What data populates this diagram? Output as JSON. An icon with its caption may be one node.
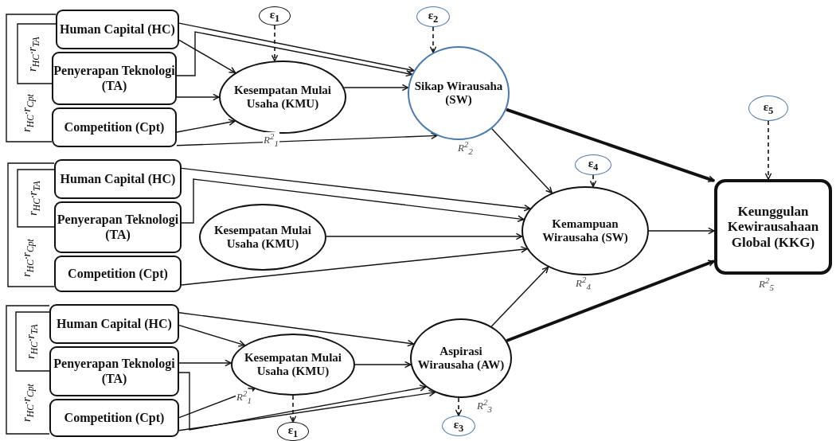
{
  "diagram": {
    "nodes": [
      {
        "text": [
          "Human Capital (HC)"
        ]
      },
      {
        "text": [
          "Penyerapan Teknologi (TA)"
        ]
      },
      {
        "text": [
          "Competition (Cpt)"
        ]
      },
      {
        "text": [
          "ε$_{1}$"
        ]
      },
      {
        "text": [
          "Kesempatan Mulai Usaha (KMU)"
        ],
        "beside": [
          "R$^{2}$$_{1}$"
        ]
      },
      {
        "text": [
          "ε$_{2}$"
        ]
      },
      {
        "text": [
          "Sikap Wirausaha (SW)"
        ],
        "beside": [
          "R$^{2}$$_{2}$"
        ]
      },
      {
        "text": [
          "ε$_{4}$"
        ]
      },
      {
        "text": [
          "ε$_{5}$"
        ]
      },
      {
        "text": [
          "Human Capital (HC)"
        ]
      },
      {
        "text": [
          "Penyerapan Teknologi (TA)"
        ]
      },
      {
        "text": [
          "Kesempatan Mulai Usaha (KMU)"
        ]
      },
      {
        "text": [
          "Kemampuan Wirausaha (SW)"
        ],
        "beside": [
          "R$^{2}$$_{4}$"
        ]
      },
      {
        "text": [
          "Keunggulan Kewirausahaan Global (KKG)"
        ],
        "beside": [
          "R$^{2}$$_{5}$"
        ]
      },
      {
        "text": [
          "Competition (Cpt)"
        ]
      },
      {
        "text": [
          "Human Capital (HC)"
        ]
      },
      {
        "text": [
          "Penyerapan Teknologi (TA)"
        ]
      },
      {
        "text": [
          "Kesempatan Mulai Usaha (KMU)"
        ],
        "beside": [
          "R$^{2}$$_{1}$"
        ]
      },
      {
        "text": [
          "Aspirasi Wirausaha (AW)"
        ],
        "beside": [
          "R$^{2}$$_{3}$"
        ]
      },
      {
        "text": [
          "Competition (Cpt)"
        ]
      },
      {
        "text": [
          "ε$_{1}$"
        ]
      },
      {
        "text": [
          "ε$_{3}$"
        ]
      }
    ],
    "edges": [
      {
        "from": 0,
        "to": 4,
        "arrow": "to"
      },
      {
        "from": 0,
        "to": 6,
        "arrow": "to"
      },
      {
        "from": 1,
        "to": 6,
        "arrow": "to"
      },
      {
        "from": 1,
        "to": 4,
        "arrow": "to"
      },
      {
        "from": 2,
        "to": 4,
        "arrow": "to"
      },
      {
        "from": 2,
        "to": 6,
        "arrow": "to"
      },
      {
        "from": 4,
        "to": 6,
        "arrow": "to"
      },
      {
        "from": 3,
        "to": 4,
        "arrow": "to",
        "style": "dashed"
      },
      {
        "from": 5,
        "to": 6,
        "arrow": "to",
        "style": "dashed"
      },
      {
        "from": 0,
        "to": 1,
        "arrow": "none",
        "label": "r$_{HC}$·r$_{TA}$"
      },
      {
        "from": 0,
        "to": 2,
        "arrow": "none",
        "label": "r$_{HC}$·r$_{Cpt}$"
      },
      {
        "from": 6,
        "to": 13,
        "arrow": "to",
        "style": "thick"
      },
      {
        "from": 6,
        "to": 12,
        "arrow": "to"
      },
      {
        "from": 7,
        "to": 12,
        "arrow": "to",
        "style": "dashed"
      },
      {
        "from": 8,
        "to": 13,
        "arrow": "to",
        "style": "dashed"
      },
      {
        "from": 9,
        "to": 12,
        "arrow": "to"
      },
      {
        "from": 10,
        "to": 12,
        "arrow": "to"
      },
      {
        "from": 11,
        "to": 12,
        "arrow": "to"
      },
      {
        "from": 14,
        "to": 12,
        "arrow": "to"
      },
      {
        "from": 12,
        "to": 13,
        "arrow": "to"
      },
      {
        "from": 9,
        "to": 10,
        "arrow": "none",
        "label": "r$_{HC}$·r$_{TA}$"
      },
      {
        "from": 9,
        "to": 14,
        "arrow": "none",
        "label": "r$_{HC}$·r$_{Cpt}$"
      },
      {
        "from": 15,
        "to": 17,
        "arrow": "to"
      },
      {
        "from": 15,
        "to": 18,
        "arrow": "to"
      },
      {
        "from": 16,
        "to": 17,
        "arrow": "to"
      },
      {
        "from": 16,
        "to": 18,
        "arrow": "to"
      },
      {
        "from": 19,
        "to": 17,
        "arrow": "to"
      },
      {
        "from": 19,
        "to": 18,
        "arrow": "to"
      },
      {
        "from": 17,
        "to": 18,
        "arrow": "to"
      },
      {
        "from": 17,
        "to": 20,
        "arrow": "to",
        "style": "dashed"
      },
      {
        "from": 18,
        "to": 21,
        "arrow": "to",
        "style": "dashed"
      },
      {
        "from": 18,
        "to": 12,
        "arrow": "to"
      },
      {
        "from": 18,
        "to": 13,
        "arrow": "to",
        "style": "thick"
      },
      {
        "from": 15,
        "to": 16,
        "arrow": "none",
        "label": "r$_{HC}$·r$_{TA}$"
      },
      {
        "from": 15,
        "to": 19,
        "arrow": "none",
        "label": "r$_{HC}$·r$_{Cpt}$"
      }
    ]
  }
}
